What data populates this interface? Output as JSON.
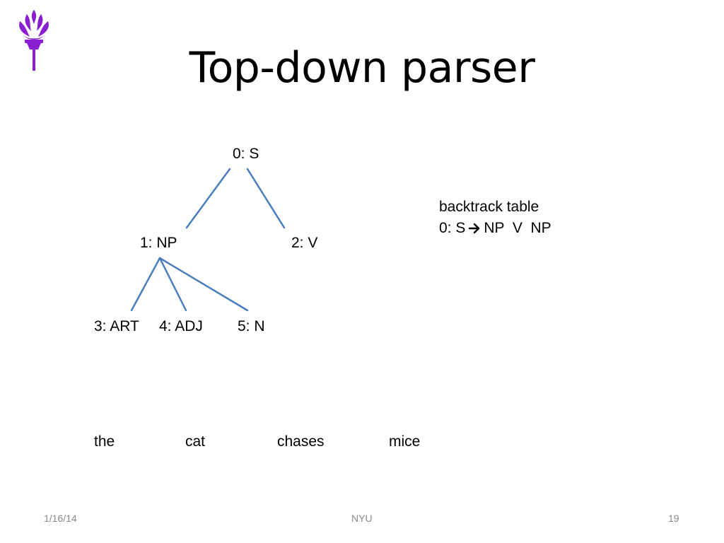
{
  "slide": {
    "title": "Top-down parser"
  },
  "logo": {
    "icon": "nyu-torch-icon",
    "color": "#8a1fd1"
  },
  "tree": {
    "edge_color": "#4a7ebb",
    "nodes": {
      "n0": "0: S",
      "n1": "1: NP",
      "n2": "2: V",
      "n3": "3: ART",
      "n4": "4: ADJ",
      "n5": "5: N"
    }
  },
  "words": [
    "the",
    "cat",
    "chases",
    "mice"
  ],
  "backtrack": {
    "heading": "backtrack table",
    "entry_lhs": "0: S",
    "arrow_icon": "right-arrow-icon",
    "entry_rhs": "NP  V  NP"
  },
  "footer": {
    "date": "1/16/14",
    "center": "NYU",
    "page": "19"
  }
}
